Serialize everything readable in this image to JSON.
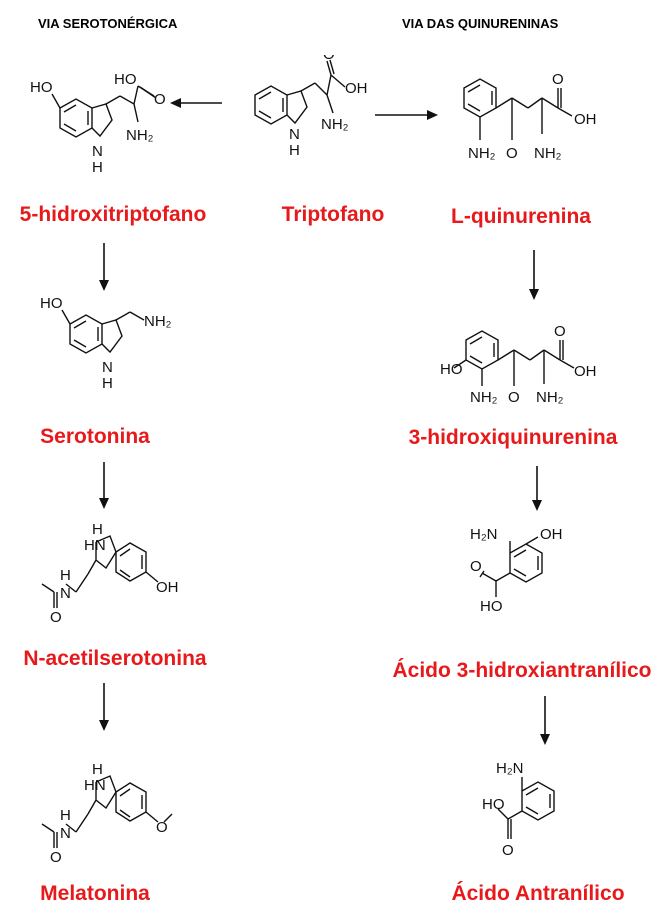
{
  "headers": {
    "left": "VIA SEROTONÉRGICA",
    "right": "VIA DAS QUINURENINAS"
  },
  "compounds": {
    "triptofano": "Triptofano",
    "hidroxitriptofano": "5-hidroxitriptofano",
    "serotonina": "Serotonina",
    "acetilserotonina": "N-acetilserotonina",
    "melatonina": "Melatonina",
    "quinurenina": "L-quinurenina",
    "hidroxiquinurenina": "3-hidroxiquinurenina",
    "hidroxiantranilico": "Ácido 3-hidroxiantranílico",
    "antranilico": "Ácido Antranílico"
  },
  "atoms": {
    "oh": "OH",
    "ho": "HO",
    "nh2": "NH₂",
    "h2n": "H₂N",
    "h": "H",
    "n": "N",
    "o": "O",
    "hn": "HN"
  },
  "colors": {
    "label": "#e8191b",
    "header": "#000000"
  }
}
